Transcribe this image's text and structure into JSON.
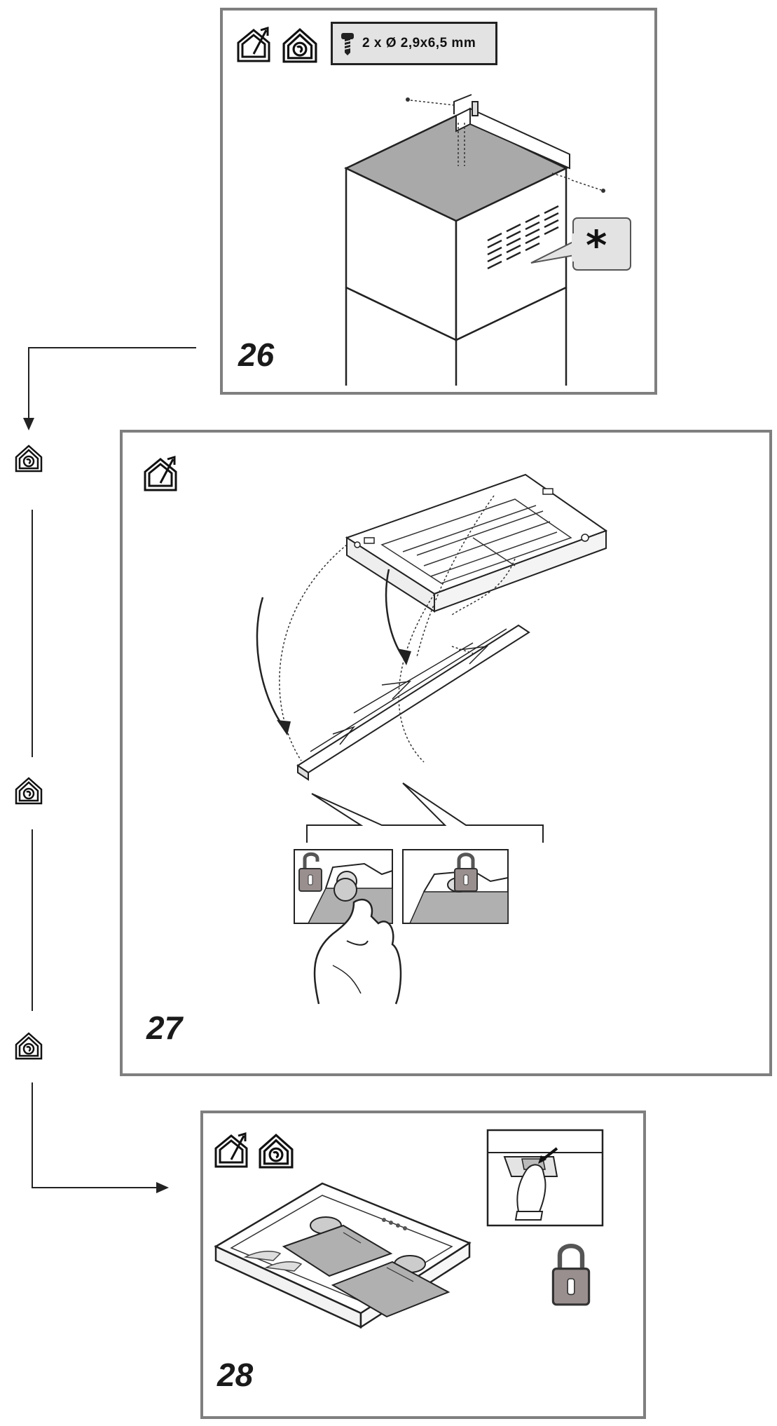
{
  "steps": [
    {
      "number": "26",
      "icons": [
        "ducted-mode-icon",
        "recirculation-mode-icon"
      ],
      "spec": {
        "icon": "screw-icon",
        "text": "2 x  Ø 2,9x6,5 mm"
      },
      "callout": "*"
    },
    {
      "number": "27",
      "icons": [
        "ducted-mode-icon"
      ]
    },
    {
      "number": "28",
      "icons": [
        "ducted-mode-icon",
        "recirculation-mode-icon"
      ]
    }
  ],
  "flow": {
    "icons": [
      "recirculation-mode-icon",
      "recirculation-mode-icon",
      "recirculation-mode-icon"
    ]
  },
  "colors": {
    "frame": "#7f7f7f",
    "line": "#222222",
    "fill_gray": "#a8a8a8",
    "lock_fill": "#9a8f8f"
  }
}
